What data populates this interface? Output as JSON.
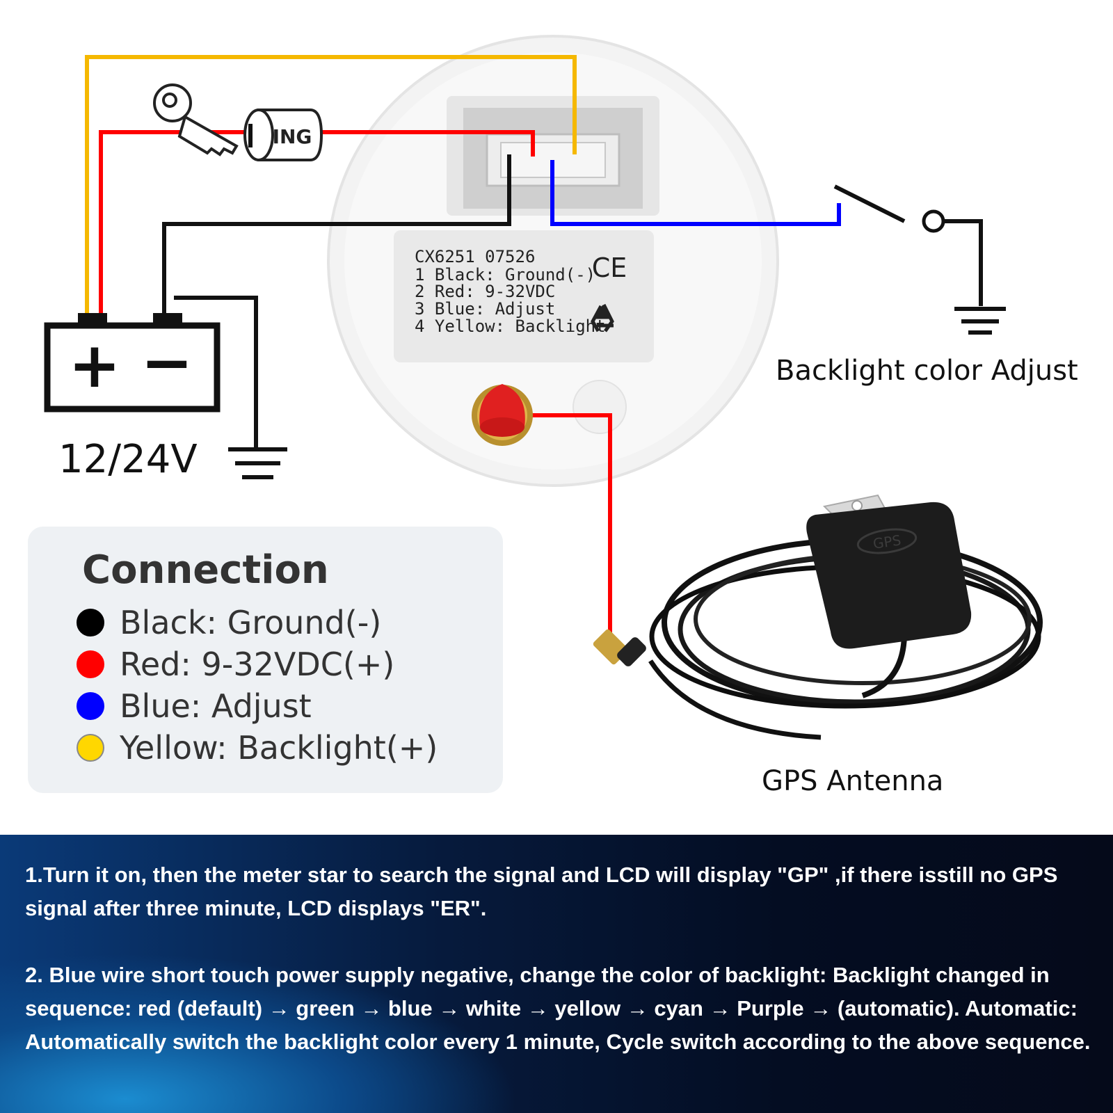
{
  "device_label": {
    "lines": [
      "CX6251     07526",
      "1 Black: Ground(-)",
      "2 Red: 9-32VDC",
      "3 Blue: Adjust",
      "4 Yellow: Backlight"
    ],
    "ce_mark": "CE"
  },
  "ignition": {
    "text": "ING"
  },
  "battery": {
    "plus": "+",
    "minus": "−",
    "voltage": "12/24V"
  },
  "backlight_switch": {
    "label": "Backlight color Adjust"
  },
  "gps": {
    "module_text": "GPS",
    "label": "GPS Antenna"
  },
  "connection": {
    "title": "Connection",
    "items": [
      {
        "color": "#000000",
        "text": "Black: Ground(-)"
      },
      {
        "color": "#ff0000",
        "text": "Red: 9-32VDC(+)"
      },
      {
        "color": "#0000ff",
        "text": "Blue: Adjust"
      },
      {
        "color": "#ffd700",
        "text": "Yellow: Backlight(+)"
      }
    ]
  },
  "wire_colors": {
    "yellow": "#f5b800",
    "red": "#ff0000",
    "black": "#111111",
    "blue": "#0000ff"
  },
  "notes": [
    "1.Turn it on, then the meter star to search the signal and LCD will display \"GP\" ,if there isstill no GPS signal after three minute, LCD displays \"ER\".",
    "2. Blue wire short touch power supply negative, change the color of backlight: Backlight changed in sequence: red (default) → green → blue → white → yellow → cyan → Purple → (automatic). Automatic: Automatically switch the backlight color every 1 minute, Cycle switch according to the above sequence."
  ]
}
